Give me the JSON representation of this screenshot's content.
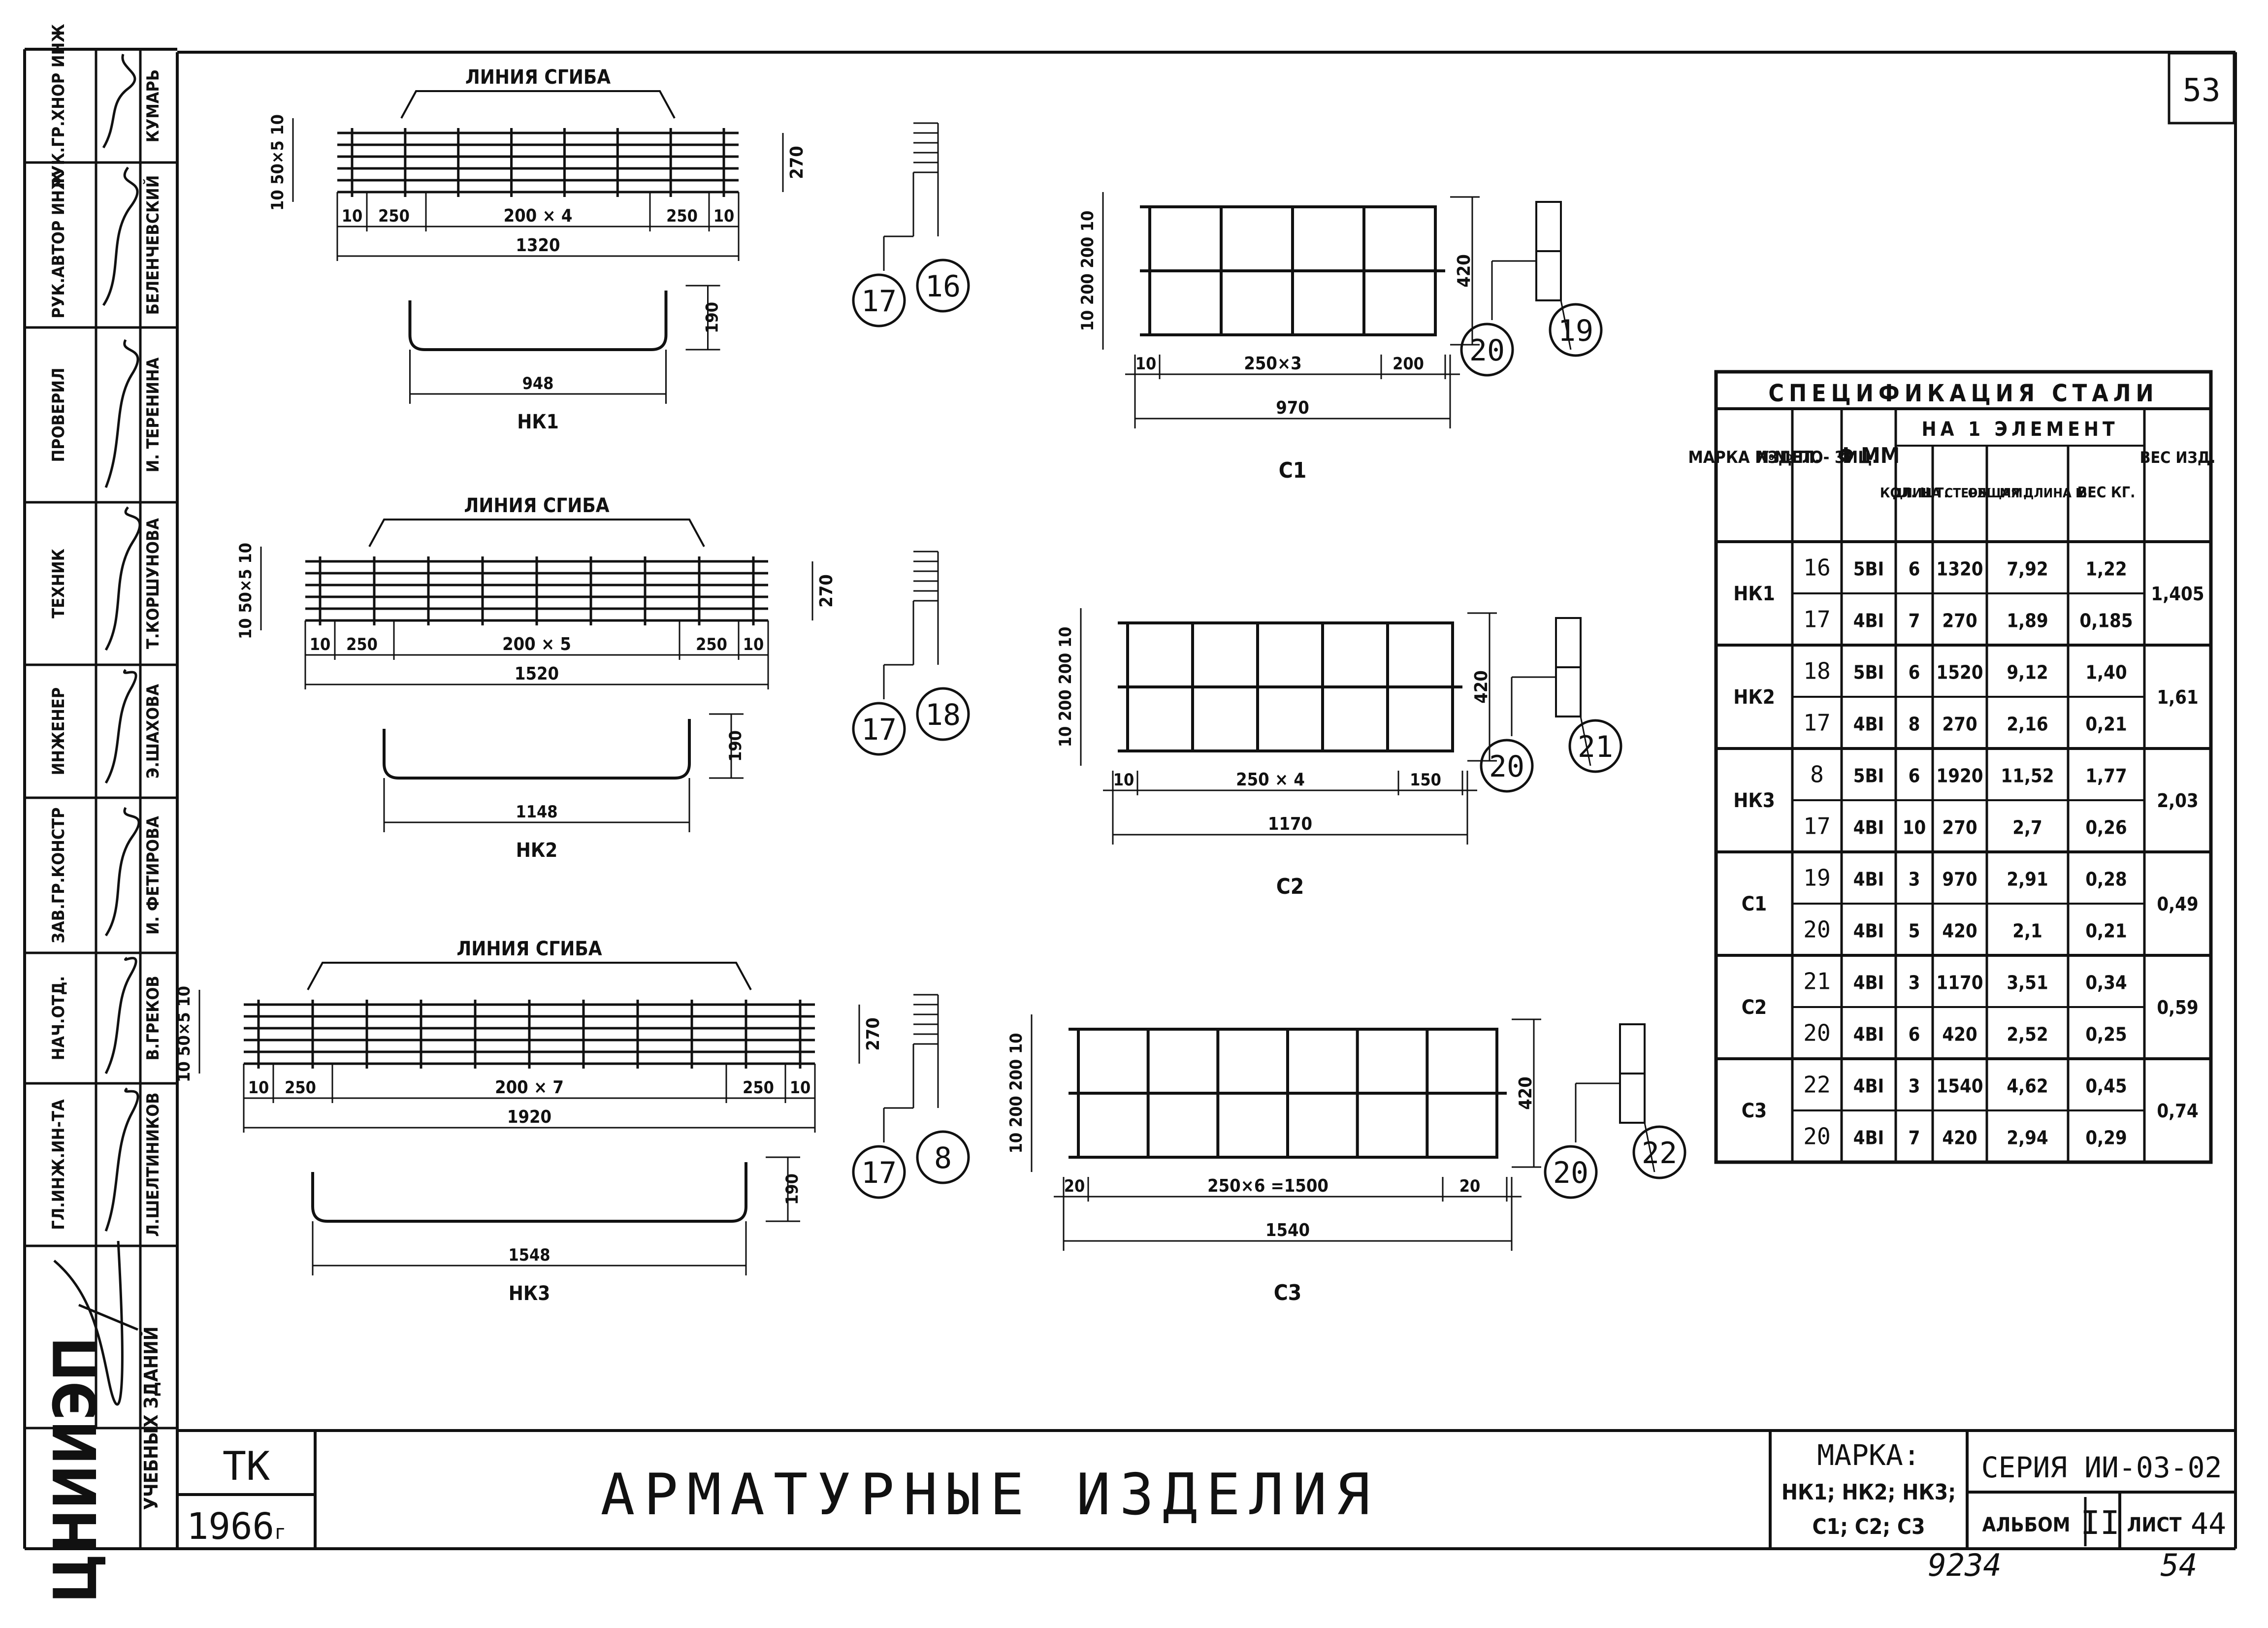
{
  "sheet": {
    "page_number": "53",
    "footer_marks": {
      "left": "9234",
      "right": "54"
    }
  },
  "stamp": {
    "org": "ЦНИИЭП",
    "org_sub": "УЧЕБНЫХ ЗДАНИЙ",
    "roles": [
      {
        "role": "РУК.ГР.ХНОР ИНЖ",
        "name": "КУМАРЬ"
      },
      {
        "role": "РУК.АВТОР ИНЖ",
        "name": "БЕЛЕНЧЕВСКИЙ"
      },
      {
        "role": "ПРОВЕРИЛ",
        "name": "И. ТЕРЕНИНА"
      },
      {
        "role": "ТЕХНИК",
        "name": "Т.КОРШУНОВА"
      },
      {
        "role": "ИНЖЕНЕР",
        "name": "Э.ШАХОВА"
      },
      {
        "role": "ЗАВ.ГР.КОНСТР",
        "name": "И. ФЕТИРОВА"
      },
      {
        "role": "НАЧ.ОТД.",
        "name": "В.ГРЕКОВ"
      },
      {
        "role": "ГЛ.ИНЖ.ИН-ТА",
        "name": "Л.ШЕЛТИНИКОВ"
      }
    ]
  },
  "title_block": {
    "code": "ТК",
    "year": "1966",
    "year_suffix": "г",
    "title": "АРМАТУРНЫЕ ИЗДЕЛИЯ",
    "marks_label": "МАРКА:",
    "marks_line1": "НК1; НК2; НК3;",
    "marks_line2": "С1; С2; С3",
    "series": "СЕРИЯ ИИ-03-02",
    "album_label": "АЛЬБОМ",
    "album": "II",
    "sheet_label": "ЛИСТ",
    "sheet": "44"
  },
  "drawings": {
    "nk1": {
      "name": "НК1",
      "bend_label": "ЛИНИЯ СГИБА",
      "left_dim": "10 50×5 10",
      "right_dim": "270",
      "d_ends": "10",
      "d_edge": "250",
      "d_mid": "200 × 4",
      "total": "1320",
      "u_len": "948",
      "u_h": "190",
      "pos_a": "17",
      "pos_b": "16"
    },
    "nk2": {
      "name": "НК2",
      "bend_label": "ЛИНИЯ СГИБА",
      "left_dim": "10 50×5 10",
      "right_dim": "270",
      "d_ends": "10",
      "d_edge": "250",
      "d_mid": "200 × 5",
      "total": "1520",
      "u_len": "1148",
      "u_h": "190",
      "pos_a": "17",
      "pos_b": "18"
    },
    "nk3": {
      "name": "НК3",
      "bend_label": "ЛИНИЯ СГИБА",
      "left_dim": "10 50×5 10",
      "right_dim": "270",
      "d_ends": "10",
      "d_edge": "250",
      "d_mid": "200 × 7",
      "total": "1920",
      "u_len": "1548",
      "u_h": "190",
      "pos_a": "17",
      "pos_b": "8"
    },
    "c1": {
      "name": "С1",
      "left_dim": "10 200 200 10",
      "height": "420",
      "d_end": "10",
      "d_mid": "250×3",
      "d_last": "200",
      "total": "970",
      "pos_a": "20",
      "pos_b": "19"
    },
    "c2": {
      "name": "С2",
      "left_dim": "10 200 200 10",
      "height": "420",
      "d_end": "10",
      "d_mid": "250 × 4",
      "d_last": "150",
      "total": "1170",
      "pos_a": "20",
      "pos_b": "21"
    },
    "c3": {
      "name": "С3",
      "left_dim": "10 200 200 10",
      "height": "420",
      "d_end": "20",
      "d_mid": "250×6 =1500",
      "d_last": "20",
      "total": "1540",
      "pos_a": "20",
      "pos_b": "22"
    }
  },
  "spec_table": {
    "title": "СПЕЦИФИКАЦИЯ СТАЛИ",
    "headers": {
      "mark": "МАРКА ИЗДЕЛ.",
      "pos": "№№ ПО- ЗИЦ.",
      "dia": "Φ ММ",
      "per_element": "НА 1 ЭЛЕМЕНТ",
      "qty": "КОЛ. ШТ.",
      "len": "ДЛИНА СТЕРЖ. ММ.",
      "total_len": "ОБЩАЯ ДЛИНА М",
      "weight": "ВЕС КГ.",
      "item_weight": "ВЕС ИЗД."
    },
    "groups": [
      {
        "mark": "НК1",
        "item_weight": "1,405",
        "rows": [
          {
            "pos": "16",
            "dia": "5ВI",
            "qty": "6",
            "len": "1320",
            "total": "7,92",
            "weight": "1,22"
          },
          {
            "pos": "17",
            "dia": "4ВI",
            "qty": "7",
            "len": "270",
            "total": "1,89",
            "weight": "0,185"
          }
        ]
      },
      {
        "mark": "НК2",
        "item_weight": "1,61",
        "rows": [
          {
            "pos": "18",
            "dia": "5ВI",
            "qty": "6",
            "len": "1520",
            "total": "9,12",
            "weight": "1,40"
          },
          {
            "pos": "17",
            "dia": "4ВI",
            "qty": "8",
            "len": "270",
            "total": "2,16",
            "weight": "0,21"
          }
        ]
      },
      {
        "mark": "НК3",
        "item_weight": "2,03",
        "rows": [
          {
            "pos": "8",
            "dia": "5ВI",
            "qty": "6",
            "len": "1920",
            "total": "11,52",
            "weight": "1,77"
          },
          {
            "pos": "17",
            "dia": "4ВI",
            "qty": "10",
            "len": "270",
            "total": "2,7",
            "weight": "0,26"
          }
        ]
      },
      {
        "mark": "С1",
        "item_weight": "0,49",
        "rows": [
          {
            "pos": "19",
            "dia": "4ВI",
            "qty": "3",
            "len": "970",
            "total": "2,91",
            "weight": "0,28"
          },
          {
            "pos": "20",
            "dia": "4ВI",
            "qty": "5",
            "len": "420",
            "total": "2,1",
            "weight": "0,21"
          }
        ]
      },
      {
        "mark": "С2",
        "item_weight": "0,59",
        "rows": [
          {
            "pos": "21",
            "dia": "4ВI",
            "qty": "3",
            "len": "1170",
            "total": "3,51",
            "weight": "0,34"
          },
          {
            "pos": "20",
            "dia": "4ВI",
            "qty": "6",
            "len": "420",
            "total": "2,52",
            "weight": "0,25"
          }
        ]
      },
      {
        "mark": "С3",
        "item_weight": "0,74",
        "rows": [
          {
            "pos": "22",
            "dia": "4ВI",
            "qty": "3",
            "len": "1540",
            "total": "4,62",
            "weight": "0,45"
          },
          {
            "pos": "20",
            "dia": "4ВI",
            "qty": "7",
            "len": "420",
            "total": "2,94",
            "weight": "0,29"
          }
        ]
      }
    ]
  }
}
